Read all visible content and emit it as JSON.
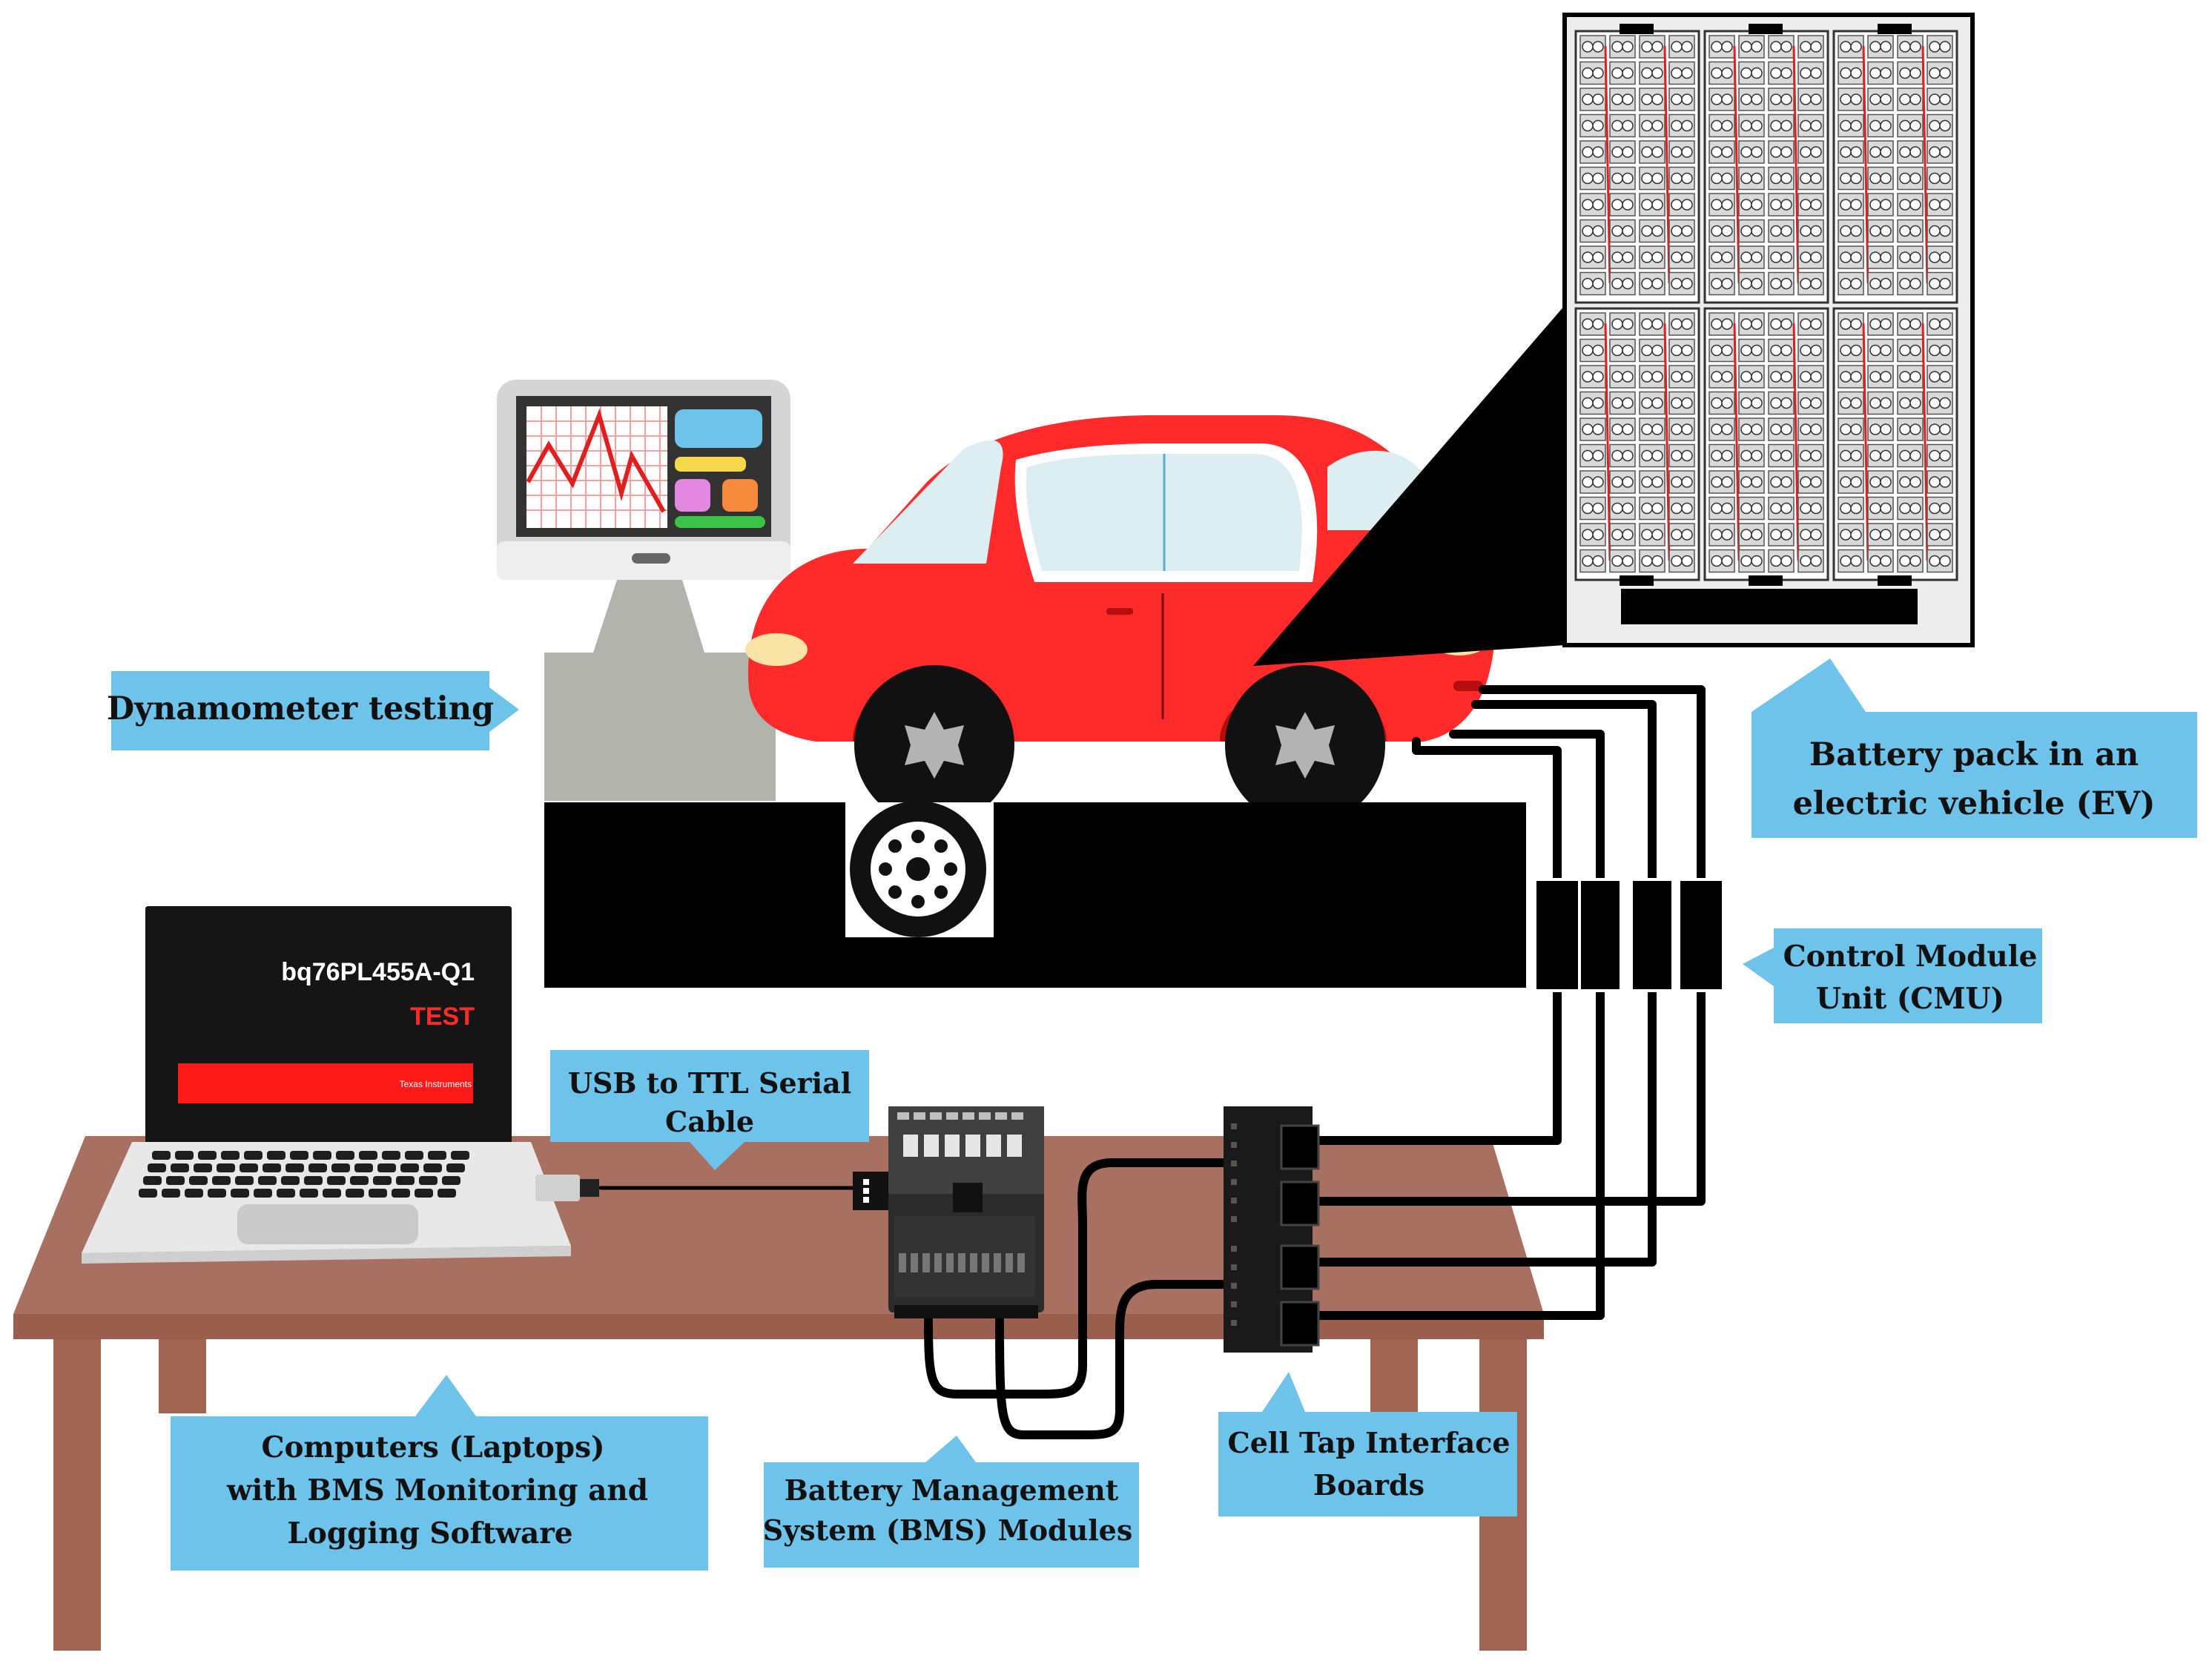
{
  "colors": {
    "callout_bg": "#6EC3EA",
    "car_body": "#FF2A2A",
    "table_top": "#A87060",
    "table_leg": "#A06552",
    "cable": "#000000",
    "battery_cell": "#D9D9D9",
    "laptop_accent": "#FF1A1A"
  },
  "laptop": {
    "model": "bq76PL455A-Q1",
    "status": "TEST",
    "brand": "Texas Instruments"
  },
  "callouts": {
    "dynamometer": "Dynamometer testing",
    "battery_pack": [
      "Battery pack in an",
      "electric vehicle (EV)"
    ],
    "cmu": [
      "Control Module",
      "Unit (CMU)"
    ],
    "usb_cable": [
      "USB to TTL Serial",
      "Cable"
    ],
    "computers": [
      "Computers (Laptops)",
      "with BMS Monitoring and",
      "Logging Software"
    ],
    "bms": [
      "Battery Management",
      "System (BMS) Modules"
    ],
    "cell_tap": [
      "Cell Tap Interface",
      "Boards"
    ]
  },
  "icons": {
    "monitor": "monitor-icon",
    "car": "car-icon",
    "battery": "battery-pack-icon",
    "usb": "usb-plug-icon"
  }
}
